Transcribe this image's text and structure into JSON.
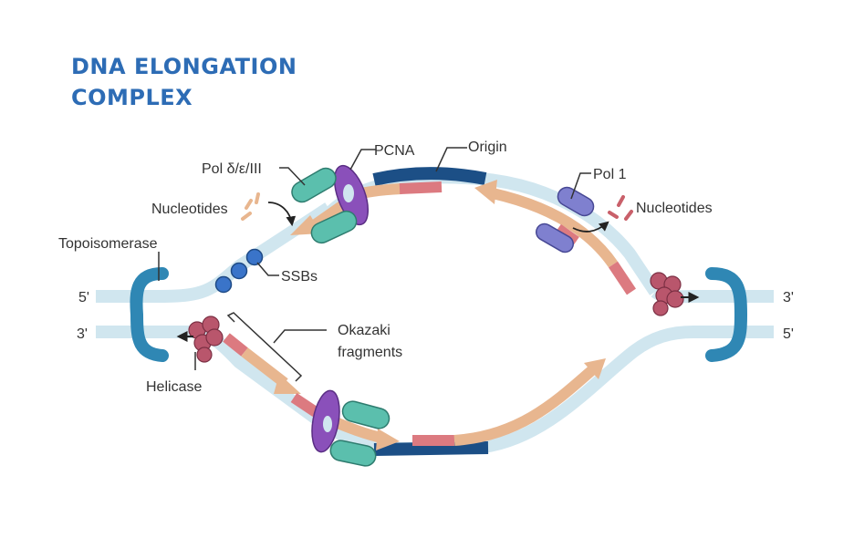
{
  "title": {
    "line1": "DNA ELONGATION",
    "line2": "COMPLEX"
  },
  "labels": {
    "origin": "Origin",
    "pcna": "PCNA",
    "pol_delta": "Pol δ/ε/III",
    "nucleotides_left": "Nucleotides",
    "nucleotides_right": "Nucleotides",
    "pol1": "Pol 1",
    "topoisomerase": "Topoisomerase",
    "ssbs": "SSBs",
    "okazaki_line1": "Okazaki",
    "okazaki_line2": "fragments",
    "helicase": "Helicase",
    "left_top_end": "5'",
    "left_bottom_end": "3'",
    "right_top_end": "3'",
    "right_bottom_end": "5'"
  },
  "colors": {
    "title": "#2d6cb5",
    "dna_strand": "#d0e6ef",
    "origin_band": "#1c4f86",
    "new_strand": "#e8b68f",
    "primer": "#dc7a80",
    "topoisomerase": "#2f87b4",
    "helicase": "#b9566c",
    "ssb": "#3a74c9",
    "pcna": "#8a50ba",
    "polymerase": "#5bbfad",
    "pol1": "#7f80cf"
  }
}
